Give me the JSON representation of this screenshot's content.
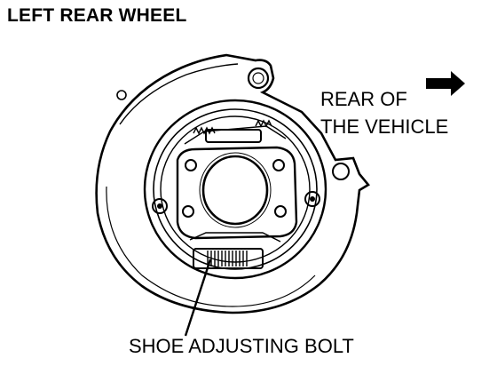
{
  "title": "LEFT REAR WHEEL",
  "labels": {
    "direction_line1": "REAR OF",
    "direction_line2": "THE VEHICLE",
    "callout": "SHOE ADJUSTING BOLT"
  },
  "icons": {
    "direction": "arrow-right-icon"
  },
  "colors": {
    "ink": "#000000",
    "paper": "#ffffff"
  }
}
